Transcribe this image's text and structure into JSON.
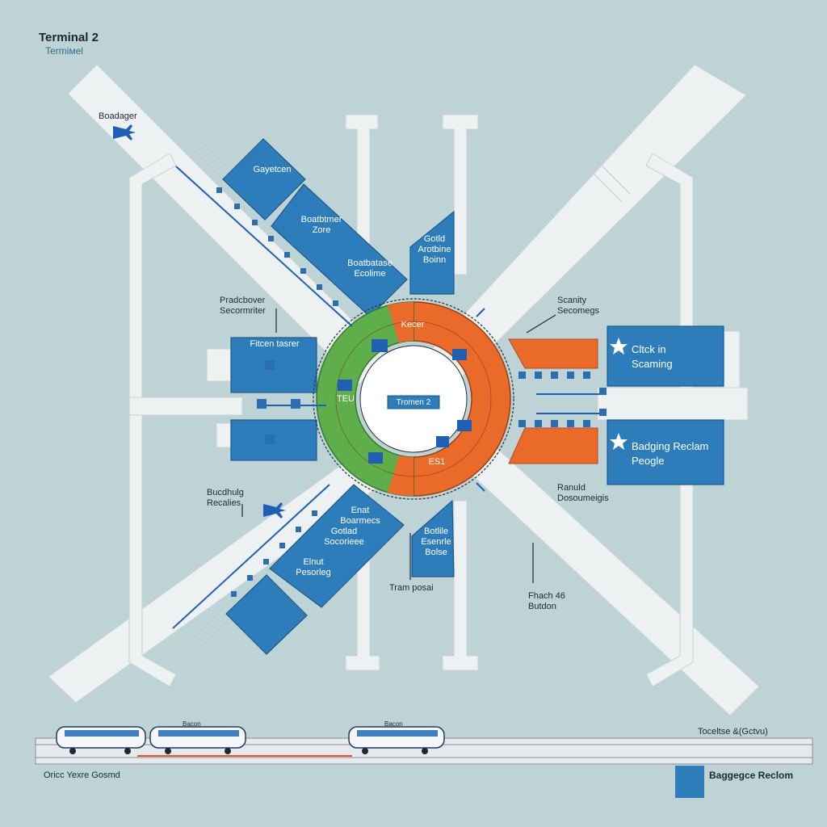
{
  "header": {
    "title": "Terminal 2",
    "subtitle": "Termiмel"
  },
  "colors": {
    "background": "#bdd3d6",
    "taxiway": "#eef1f2",
    "zone_blue": "#2e7dbb",
    "zone_orange": "#ea6a2a",
    "zone_green": "#5fae4c",
    "route_blue": "#1f5fb4",
    "rail_gray": "#8b8f94",
    "rail_orange": "#e0582a"
  },
  "labels": {
    "boarding_top_left": "Boadager",
    "gate_zone_top": "Gayetcen",
    "boarding_zone": "Boatbtmer\nZore",
    "boarding_area": "Boatbatase\nEcolime",
    "gate_north": "Gotld\nArotbine\nBoinn",
    "passenger_screening": "Pradcbover\nSecormriter",
    "west_upper": "Fitcen tasrer",
    "security_east": "Scanity\nSecomegs",
    "checkin": "Cltck in\nScaming",
    "baggage_reclaim_east": "Badging Reclam\nPeogle",
    "hub_center": "Tromen 2",
    "hub_north_tag": "Kecer",
    "hub_west_tag": "TEU",
    "hub_south_tag": "ES1",
    "boarding_sw": "Bucdhulg\nRecalies",
    "sw_zone_a": "Enat\nBoarmecs",
    "sw_zone_b": "Gotlad\nSocorieee",
    "sw_zone_c": "Elnut\nPesorleg",
    "gate_south": "Botlile\nEsenrle\nBolse",
    "tram_post": "Tram posai",
    "east_lower": "Ranuld\nDosoumeigis",
    "gate_se": "Fhach 46\nButdon",
    "transit_label": "Toceltse &(Gctvu)",
    "station_label": "Oricc Yexre Gosmd",
    "legend_text": "Baggegce Reclom",
    "train_tag_1": "Bacon",
    "train_tag_2": "Bacon"
  }
}
